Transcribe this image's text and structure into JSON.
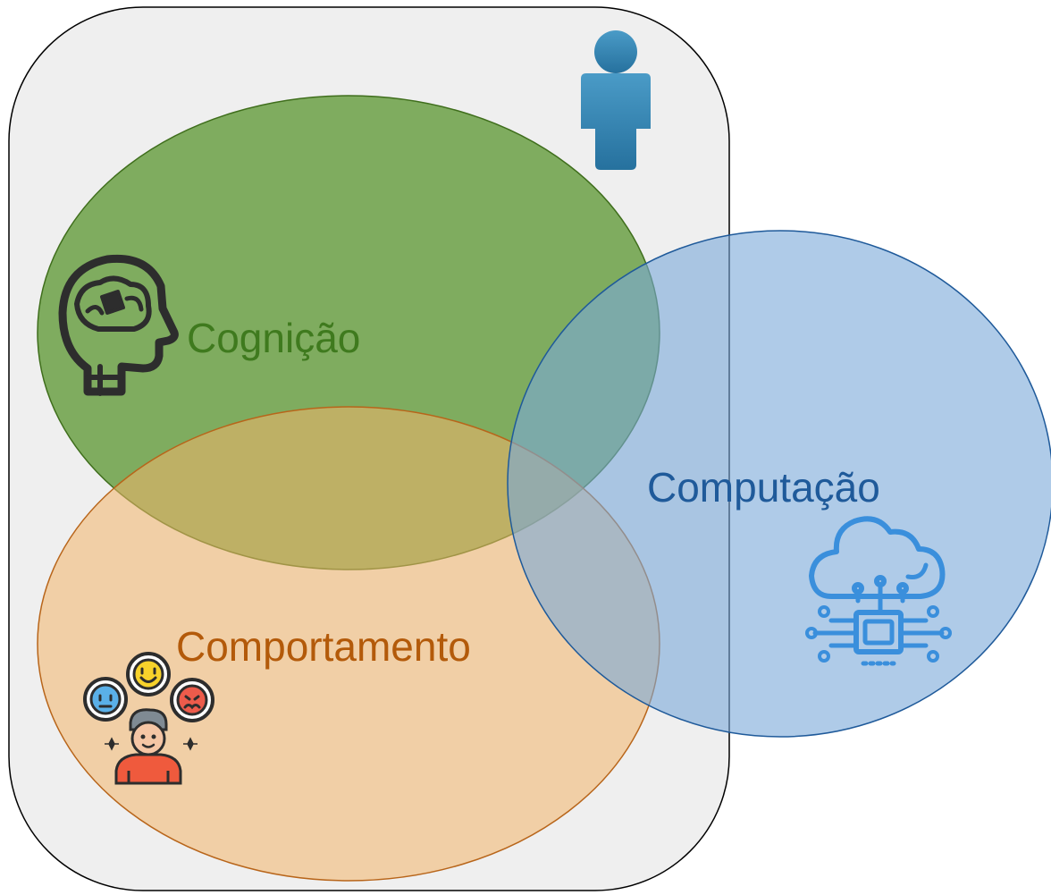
{
  "labels": {
    "cognition": "Cognição",
    "behavior": "Comportamento",
    "computation": "Computação"
  },
  "colors": {
    "panel_fill": "#efefef",
    "cognition_fill": "#6aa04a",
    "cognition_text": "#3f7a1e",
    "behavior_fill": "#f0c48c",
    "behavior_text": "#b35a0a",
    "computation_fill": "#8fb4dc",
    "computation_text": "#1f5a9a",
    "person_icon": "#3282ae"
  },
  "icons": {
    "person": "user-silhouette-icon",
    "cognition": "brain-head-icon",
    "behavior": "emotions-person-icon",
    "computation": "cloud-chip-icon"
  }
}
